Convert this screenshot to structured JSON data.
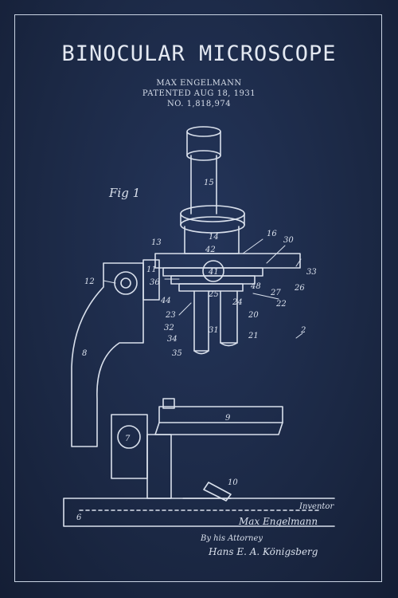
{
  "title": "BINOCULAR MICROSCOPE",
  "inventor_name": "MAX ENGELMANN",
  "patent_date": "PATENTED AUG 18, 1931",
  "patent_number": "NO. 1,818,974",
  "figure_label": "Fig 1",
  "signature": {
    "inventor_label": "Inventor",
    "inventor_signature": "Max Engelmann",
    "attorney_label": "By his Attorney",
    "attorney_signature": "Hans E. A. Königsberg"
  },
  "reference_numbers": [
    "15",
    "14",
    "16",
    "30",
    "42",
    "13",
    "11",
    "12",
    "36",
    "33",
    "41",
    "26",
    "27",
    "48",
    "22",
    "25",
    "44",
    "24",
    "23",
    "20",
    "32",
    "31",
    "34",
    "21",
    "35",
    "2",
    "8",
    "9",
    "7",
    "10",
    "6"
  ],
  "colors": {
    "background": "#1c2a45",
    "line": "#d9e0ec"
  }
}
